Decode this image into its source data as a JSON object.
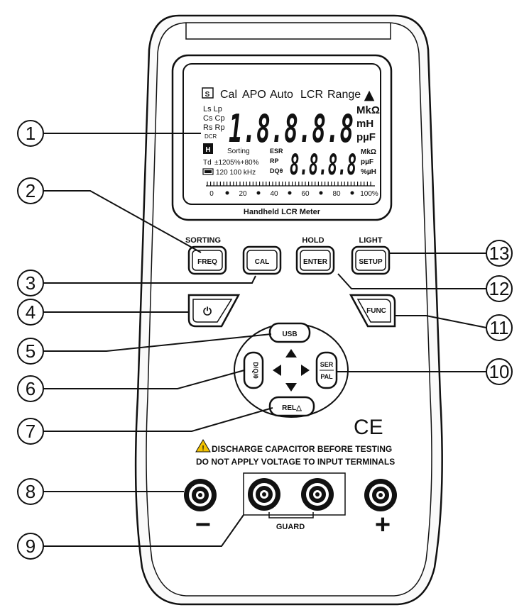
{
  "lcd": {
    "top_flags": [
      "Cal",
      "APO",
      "Auto",
      "LCR",
      "Range"
    ],
    "s_icon": "S",
    "warn_symbol": "▲",
    "param_labels": [
      "Ls Lp",
      "Cs Cp",
      "Rs Rp",
      "DCR"
    ],
    "main_digits": "1.8.8.8.8",
    "main_units": [
      "MkΩ",
      "mH",
      "pµF"
    ],
    "hold_icon": "H",
    "sorting_label": "Sorting",
    "tolerance_label": "Td",
    "tolerance_values": "±1205%+80%",
    "freq_values": "120 100 kHz",
    "esr_label": "ESR",
    "rp_label": "RP",
    "dqo_label": "DQθ",
    "sub_digits": "8.8.8.8",
    "sub_units": [
      "MkΩ",
      "pµF",
      "%µH"
    ],
    "bar_ticks": [
      "0",
      "20",
      "40",
      "60",
      "80",
      "100%"
    ],
    "model_label": "Handheld LCR Meter"
  },
  "keys": {
    "sorting_label": "SORTING",
    "freq": "FREQ",
    "cal": "CAL",
    "hold_label": "HOLD",
    "enter": "ENTER",
    "light_label": "LIGHT",
    "setup": "SETUP",
    "power_symbol": "⏻",
    "func": "FUNC",
    "usb": "USB",
    "dqo": "D/Q/θ",
    "ser_pal_top": "SER",
    "ser_pal_bottom": "PAL",
    "rel": "REL△"
  },
  "panel": {
    "ce_mark": "CE",
    "warning_line1": "DISCHARGE CAPACITOR BEFORE TESTING",
    "warning_line2": "DO NOT APPLY VOLTAGE TO INPUT TERMINALS",
    "guard_label": "GUARD",
    "minus_sign": "−",
    "plus_sign": "+"
  },
  "callouts": [
    "1",
    "2",
    "3",
    "4",
    "5",
    "6",
    "7",
    "8",
    "9",
    "10",
    "11",
    "12",
    "13"
  ]
}
